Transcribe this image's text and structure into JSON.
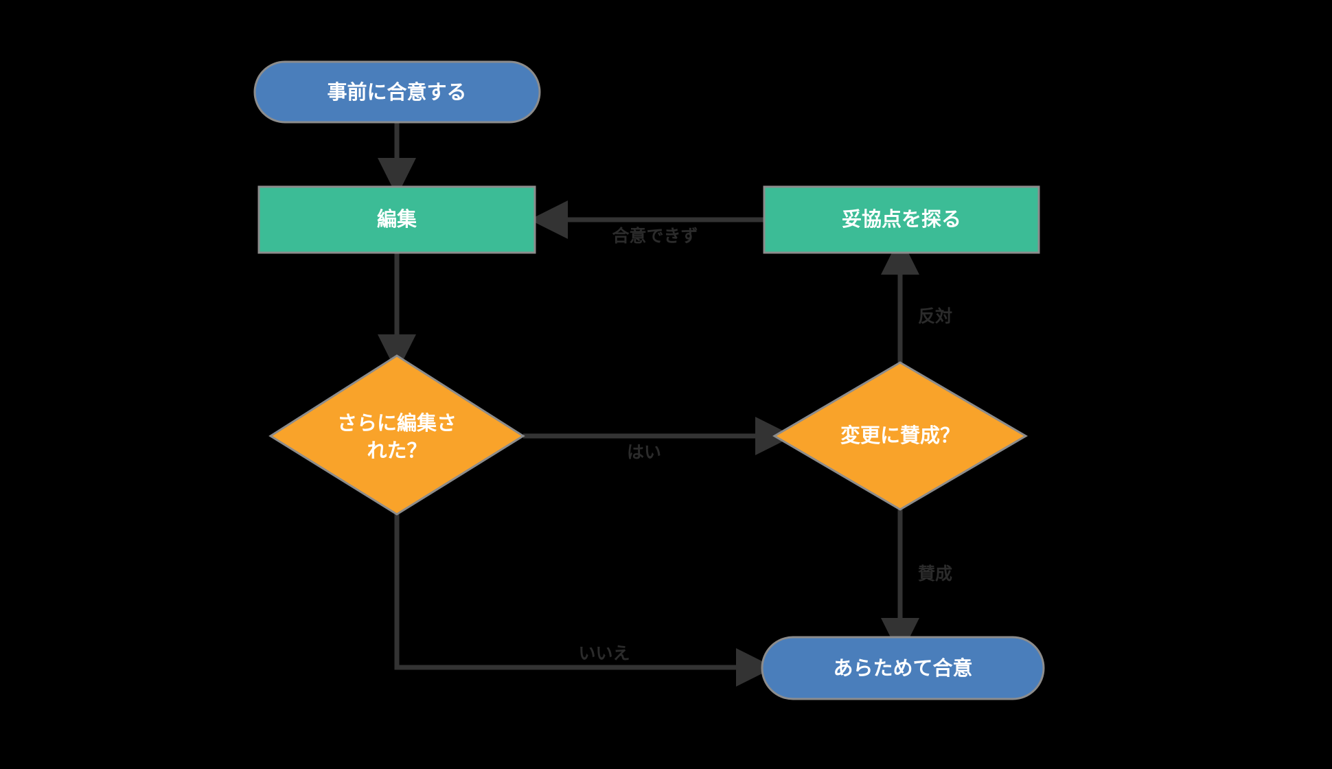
{
  "diagram": {
    "type": "flowchart",
    "direction": "top-down",
    "background_color": "#000000",
    "title": "",
    "nodes": [
      {
        "id": "n1",
        "label": "事前に合意する",
        "shape": "stadium",
        "fill": "#4a7ebb",
        "stroke": "#8c8c8c",
        "text_color": "#ffffff"
      },
      {
        "id": "n2",
        "label": "編集",
        "shape": "rectangle",
        "fill": "#3cbc96",
        "stroke": "#8c8c8c",
        "text_color": "#ffffff"
      },
      {
        "id": "n3",
        "label": "妥協点を探る",
        "shape": "rectangle",
        "fill": "#3cbc96",
        "stroke": "#8c8c8c",
        "text_color": "#ffffff"
      },
      {
        "id": "n4",
        "label_line1": "さらに編集さ",
        "label_line2": "れた？",
        "shape": "diamond",
        "fill": "#f9a32a",
        "stroke": "#8c8c8c",
        "text_color": "#ffffff"
      },
      {
        "id": "n5",
        "label": "変更に賛成？",
        "shape": "diamond",
        "fill": "#f9a32a",
        "stroke": "#8c8c8c",
        "text_color": "#ffffff"
      },
      {
        "id": "n6",
        "label": "あらためて合意",
        "shape": "stadium",
        "fill": "#4a7ebb",
        "stroke": "#8c8c8c",
        "text_color": "#ffffff"
      }
    ],
    "edges": [
      {
        "id": "e1",
        "from": "n1",
        "to": "n2",
        "label": "",
        "arrow": "down"
      },
      {
        "id": "e2",
        "from": "n3",
        "to": "n2",
        "label": "合意できず",
        "arrow": "left"
      },
      {
        "id": "e3",
        "from": "n2",
        "to": "n4",
        "label": "",
        "arrow": "down"
      },
      {
        "id": "e4",
        "from": "n4",
        "to": "n5",
        "label": "はい",
        "arrow": "right"
      },
      {
        "id": "e5",
        "from": "n5",
        "to": "n3",
        "label": "反対",
        "arrow": "up"
      },
      {
        "id": "e6",
        "from": "n5",
        "to": "n6",
        "label": "賛成",
        "arrow": "down"
      },
      {
        "id": "e7",
        "from": "n4",
        "to": "n6",
        "label": "いいえ",
        "arrow": "right"
      }
    ],
    "edge_color": "#333333",
    "edge_label_color": "#2b2b2b"
  }
}
